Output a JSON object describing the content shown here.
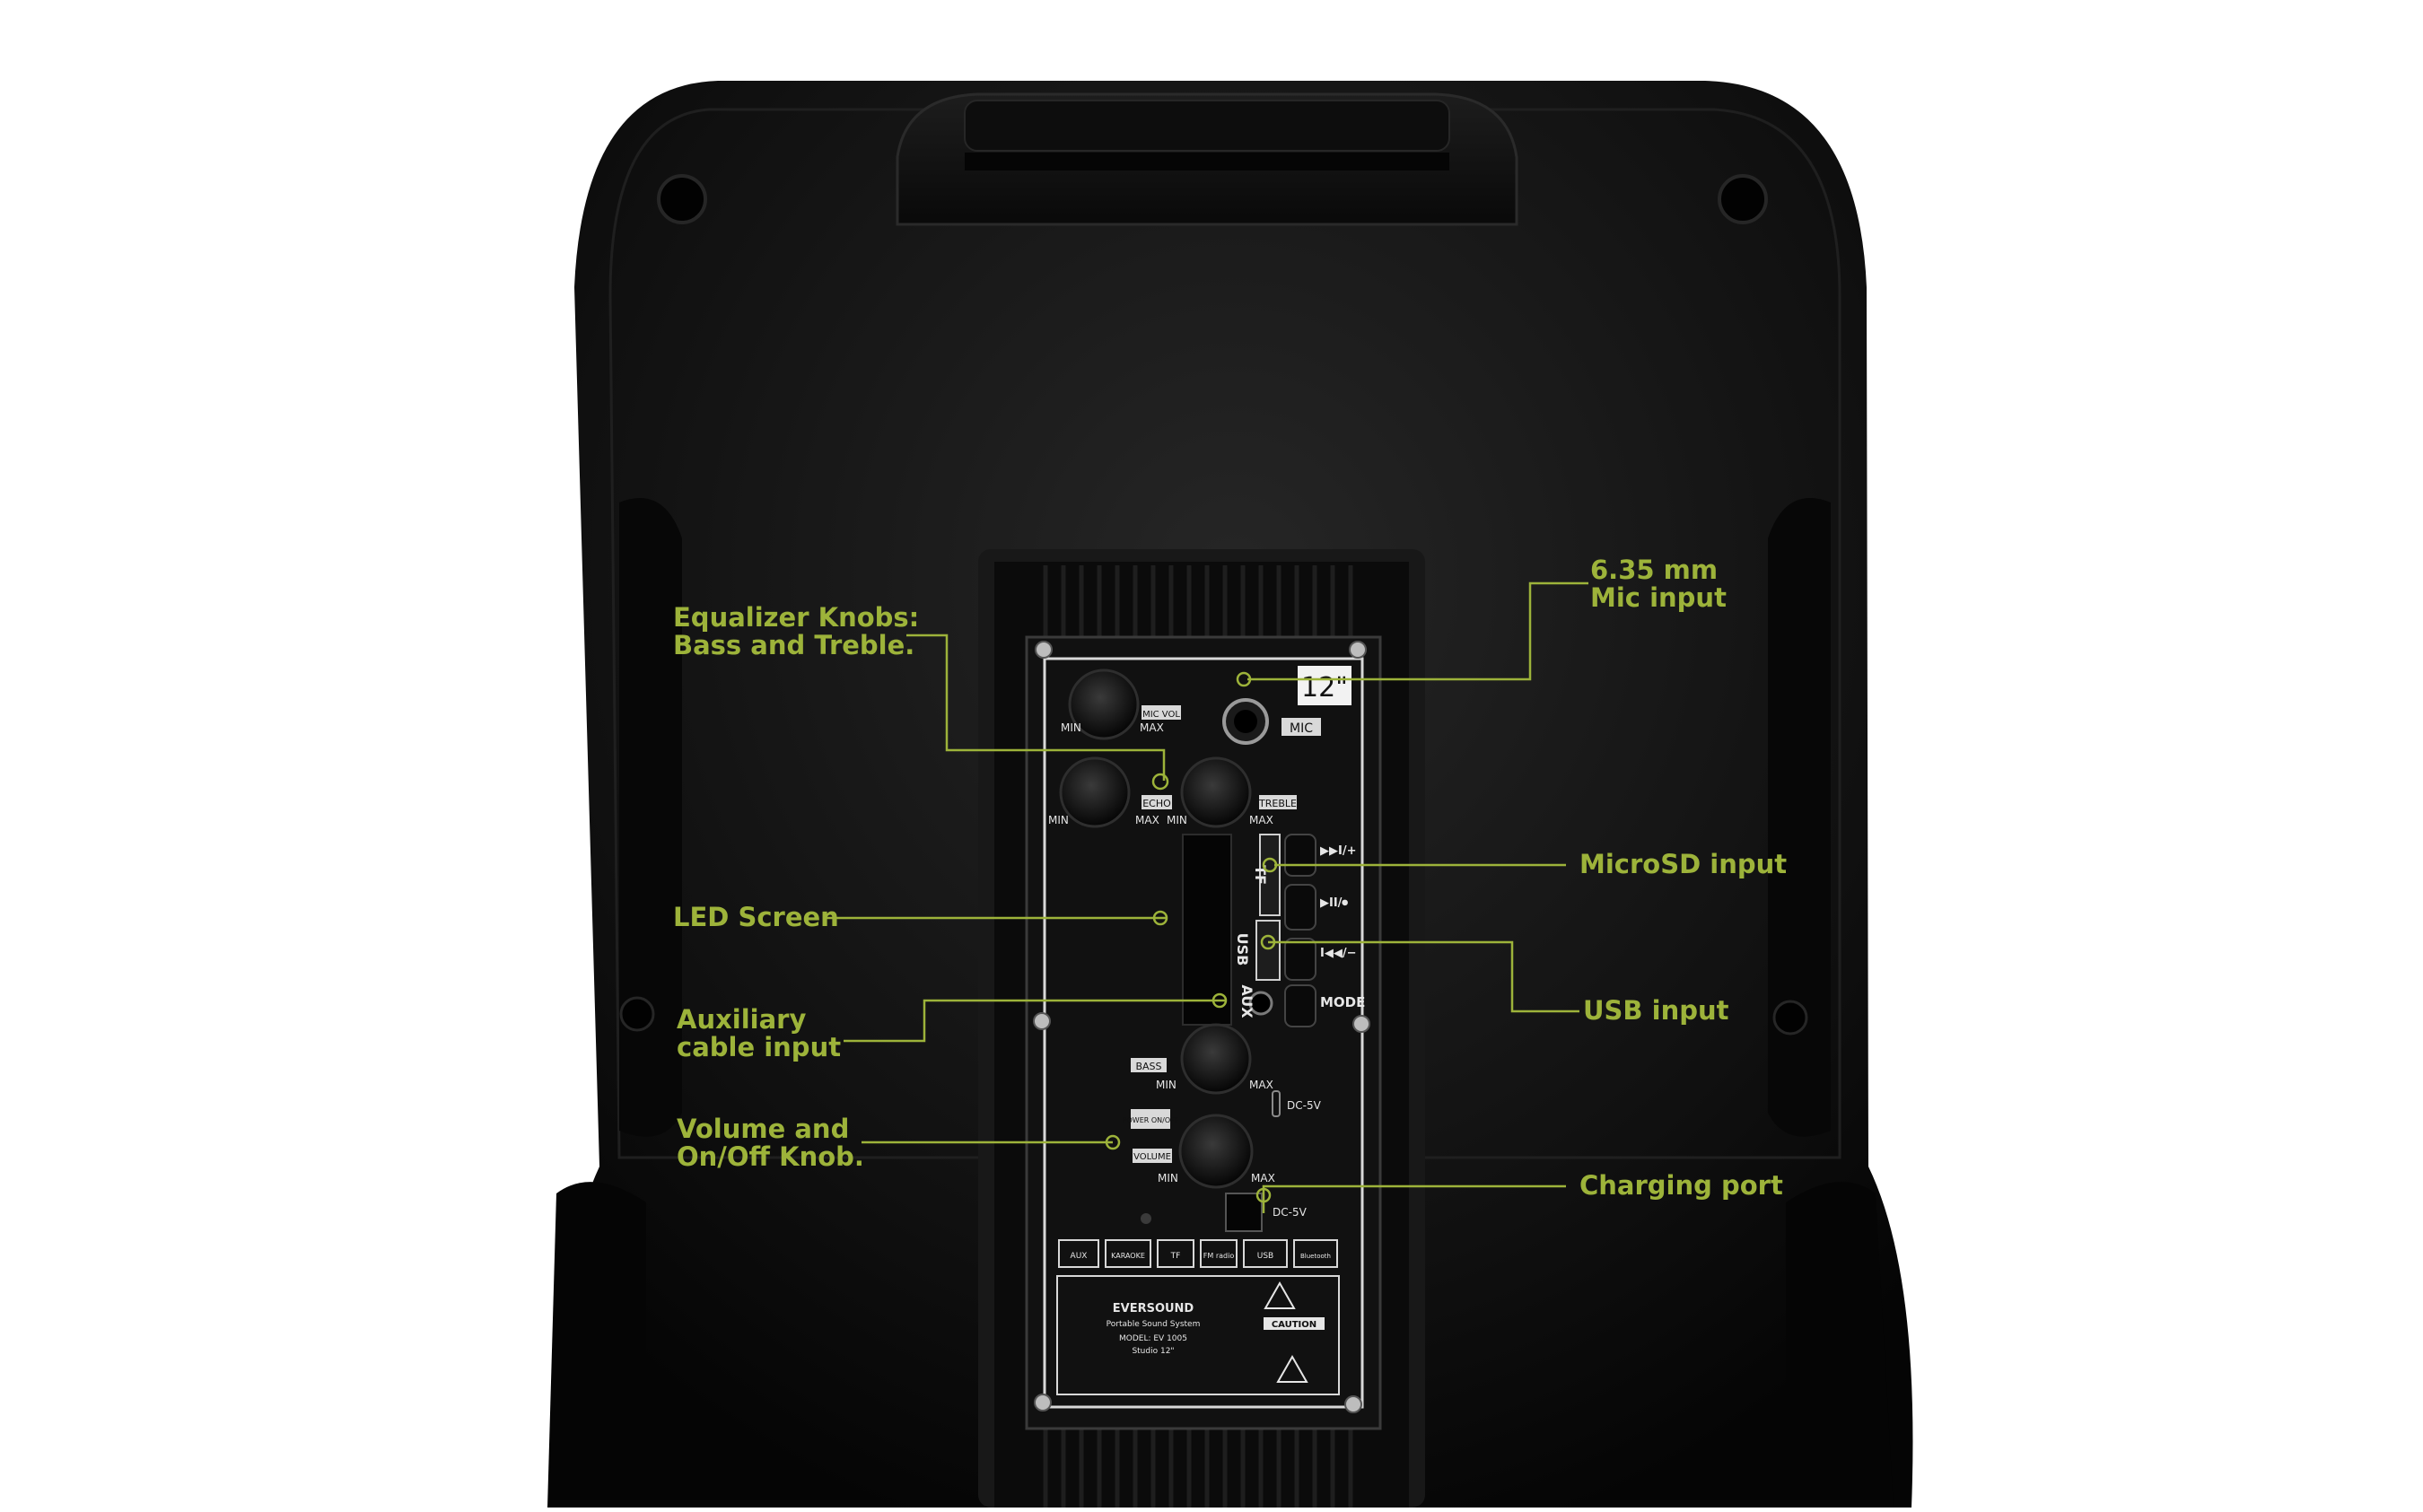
{
  "colors": {
    "accent": "#9db33a",
    "background": "#ffffff",
    "speaker_body": "#0b0b0b",
    "panel": "#111111",
    "panel_text": "#e6e6e6"
  },
  "panel": {
    "size_badge": "12\"",
    "mic_tag": "MIC",
    "mic_vol_tag": "MIC VOL",
    "echo_tag": "ECHO",
    "treble_tag": "TREBLE",
    "bass_tag": "BASS",
    "volume_tag": "VOLUME",
    "power_tag": "POWER ON/OFF",
    "min": "MIN",
    "max": "MAX",
    "tf_label": "TF",
    "usb_label": "USB",
    "aux_label": "AUX",
    "mode_label": "MODE",
    "next_label": "▶▶I/+",
    "play_label": "▶II/⏺",
    "prev_label": "I◀◀/−",
    "dc_label": "DC-5V",
    "feature_icons": [
      "AUX",
      "KARAOKE",
      "TF",
      "FM radio",
      "USB",
      "Bluetooth"
    ],
    "brand": "EVERSOUND",
    "product_line": "Portable Sound System",
    "model": "MODEL: EV 1005",
    "model_sub": "Studio 12\"",
    "caution": "CAUTION"
  },
  "callouts": {
    "equalizer": "Equalizer Knobs:\nBass and Treble.",
    "led": "LED Screen",
    "aux": "Auxiliary\ncable input",
    "volume": "Volume and\nOn/Off Knob.",
    "mic": "6.35 mm\nMic input",
    "microsd": "MicroSD input",
    "usb": "USB input",
    "charging": "Charging port"
  }
}
